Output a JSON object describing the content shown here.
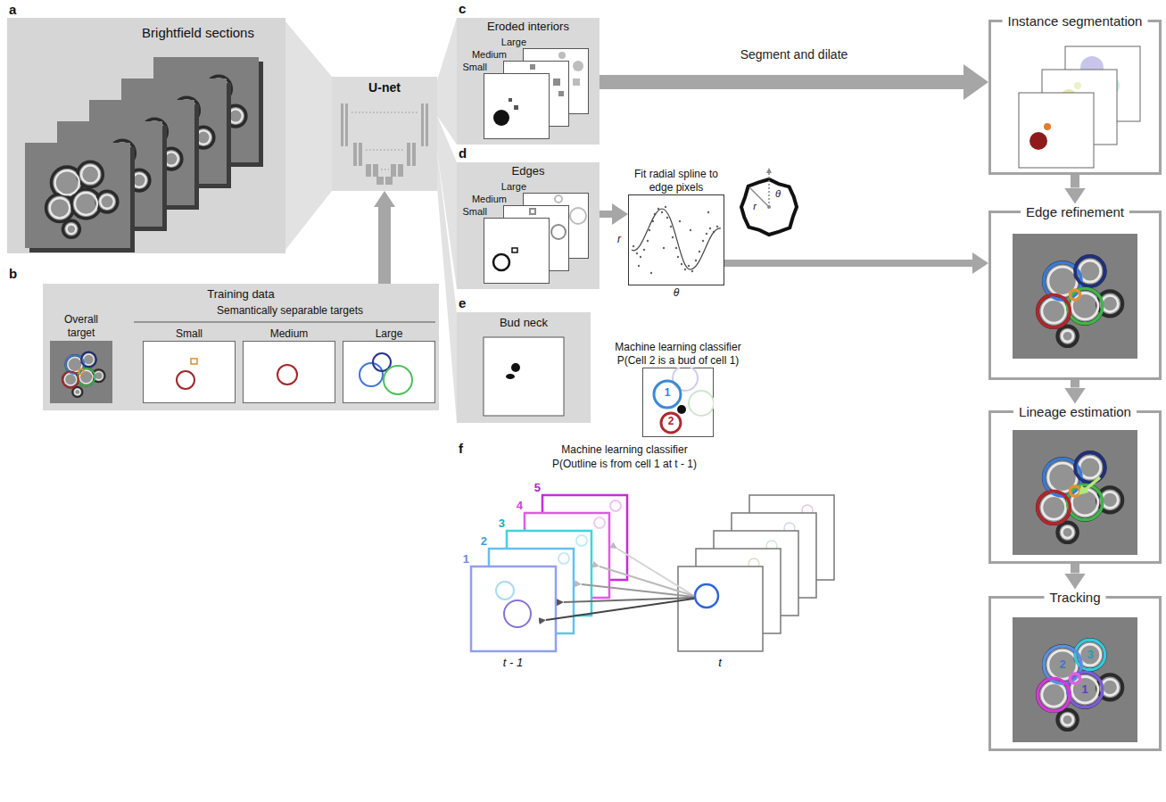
{
  "diagram": {
    "nodes": [
      {
        "text": [
          "Brightfield sections"
        ]
      },
      {
        "text": [
          "U-net"
        ]
      },
      {
        "text": [
          "Training data"
        ]
      },
      {
        "text": [
          "Overall target"
        ],
        "in": 2
      },
      {
        "text": [
          "Small"
        ],
        "in": 2
      },
      {
        "text": [
          "Medium"
        ],
        "in": 2
      },
      {
        "text": [
          "Large"
        ],
        "in": 2
      },
      {
        "text": [
          "Eroded interiors"
        ]
      },
      {
        "text": [
          "Large"
        ],
        "in": 7
      },
      {
        "text": [
          "Medium"
        ],
        "in": 7
      },
      {
        "text": [
          "Small"
        ],
        "in": 7
      },
      {
        "text": [
          "Edges"
        ]
      },
      {
        "text": [
          "Large"
        ],
        "in": 11
      },
      {
        "text": [
          "Medium"
        ],
        "in": 11
      },
      {
        "text": [
          "Small"
        ],
        "in": 11
      },
      {
        "text": [
          "Fit radial spline to edge pixels"
        ]
      },
      {
        "text": [
          "Bud neck"
        ]
      },
      {
        "text": [
          "Machine learning classifier",
          "P(Cell 2 is a bud of cell 1)"
        ]
      },
      {
        "text": [
          "Instance segmentation"
        ]
      },
      {
        "text": [
          "Edge refinement"
        ]
      },
      {
        "text": [
          "Lineage estimation"
        ]
      },
      {
        "text": [
          "Tracking"
        ]
      }
    ],
    "edges": [
      {
        "from": 0,
        "to": 1,
        "arrow": "none"
      },
      {
        "from": 2,
        "to": 1,
        "arrow": "to"
      },
      {
        "from": 1,
        "to": 7,
        "arrow": "none"
      },
      {
        "from": 1,
        "to": 11,
        "arrow": "none"
      },
      {
        "from": 1,
        "to": 16,
        "arrow": "none"
      },
      {
        "from": 7,
        "to": 18,
        "label": "Segment and dilate",
        "arrow": "to"
      },
      {
        "from": 11,
        "to": 15,
        "arrow": "to"
      },
      {
        "from": 15,
        "to": 19,
        "arrow": "to"
      },
      {
        "from": 18,
        "to": 19,
        "arrow": "to"
      },
      {
        "from": 19,
        "to": 20,
        "arrow": "to"
      },
      {
        "from": 20,
        "to": 21,
        "arrow": "to"
      }
    ],
    "labels": [
      "a",
      "b",
      "c",
      "d",
      "e",
      "f",
      "Semantically separable targets",
      "r",
      "θ",
      "θ",
      "r",
      "1",
      "2",
      "Machine learning classifier",
      "P(Outline is from cell 1 at t - 1)",
      "1",
      "2",
      "3",
      "4",
      "5",
      "t - 1",
      "t",
      "3",
      "2",
      "1"
    ]
  }
}
